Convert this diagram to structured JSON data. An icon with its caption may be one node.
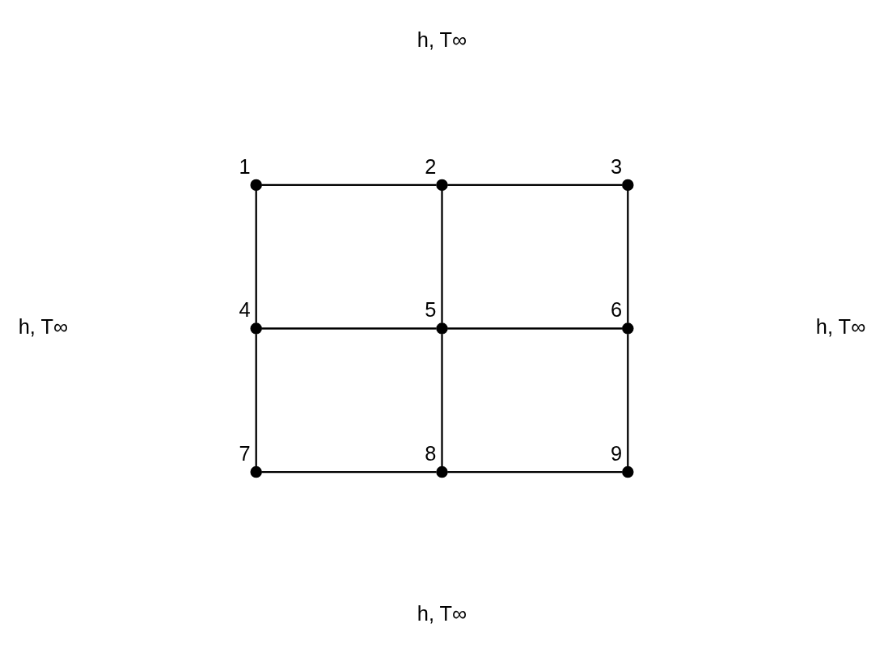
{
  "diagram": {
    "nodes": [
      {
        "text": [],
        "shape": "circle",
        "beside": [
          "1"
        ]
      },
      {
        "text": [],
        "shape": "circle",
        "beside": [
          "2"
        ]
      },
      {
        "text": [],
        "shape": "circle",
        "beside": [
          "3"
        ]
      },
      {
        "text": [],
        "shape": "circle",
        "beside": [
          "4"
        ]
      },
      {
        "text": [],
        "shape": "circle",
        "beside": [
          "5"
        ]
      },
      {
        "text": [],
        "shape": "circle",
        "beside": [
          "6"
        ]
      },
      {
        "text": [],
        "shape": "circle",
        "beside": [
          "7"
        ]
      },
      {
        "text": [],
        "shape": "circle",
        "beside": [
          "8"
        ]
      },
      {
        "text": [],
        "shape": "circle",
        "beside": [
          "9"
        ]
      }
    ],
    "edges": [
      {
        "from": 0,
        "to": 1,
        "arrow": "none"
      },
      {
        "from": 1,
        "to": 2,
        "arrow": "none"
      },
      {
        "from": 0,
        "to": 3,
        "arrow": "none"
      },
      {
        "from": 2,
        "to": 5,
        "arrow": "none"
      },
      {
        "from": 1,
        "to": 4,
        "arrow": "none"
      },
      {
        "from": 3,
        "to": 4,
        "arrow": "none"
      },
      {
        "from": 4,
        "to": 5,
        "arrow": "none"
      },
      {
        "from": 3,
        "to": 6,
        "arrow": "none"
      },
      {
        "from": 4,
        "to": 7,
        "arrow": "none"
      },
      {
        "from": 5,
        "to": 8,
        "arrow": "none"
      },
      {
        "from": 6,
        "to": 7,
        "arrow": "none"
      },
      {
        "from": 7,
        "to": 8,
        "arrow": "none"
      }
    ],
    "labels": [
      "h, T∞",
      "h, T∞",
      "h, T∞",
      "h, T∞"
    ]
  }
}
